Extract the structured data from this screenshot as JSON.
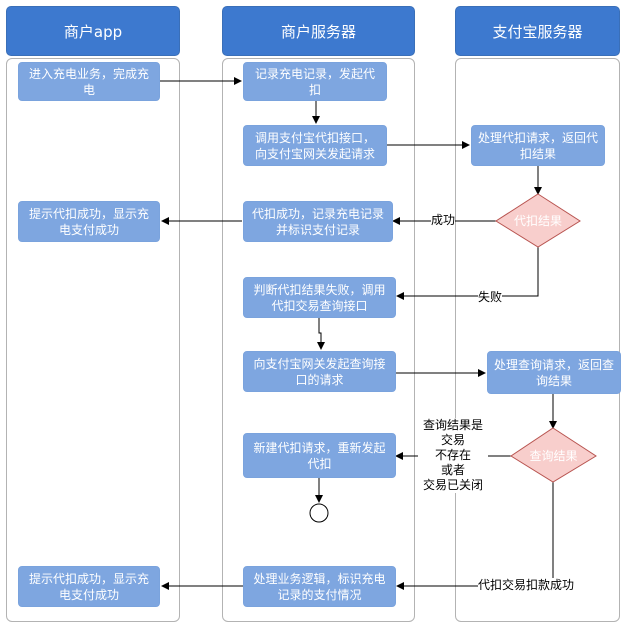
{
  "lanes": {
    "app": "商户app",
    "merchant": "商户服务器",
    "alipay": "支付宝服务器"
  },
  "app_boxes": {
    "recharge": "进入充电业务，完成充电",
    "success1": "提示代扣成功，显示充电支付成功",
    "success2": "提示代扣成功，显示充电支付成功"
  },
  "merchant_boxes": {
    "record": "记录充电记录，发起代扣",
    "call_api": "调用支付宝代扣接口，向支付宝网关发起请求",
    "deduct_success": "代扣成功，记录充电记录并标识支付记录",
    "judge_fail": "判断代扣结果失败，调用代扣交易查询接口",
    "query_req": "向支付宝网关发起查询接口的请求",
    "new_req": "新建代扣请求，重新发起代扣",
    "process": "处理业务逻辑，标识充电记录的支付情况"
  },
  "alipay_boxes": {
    "handle_deduct": "处理代扣请求，返回代扣结果",
    "deduct_result": "代扣结果",
    "handle_query": "处理查询请求，返回查询结果",
    "query_result": "查询结果"
  },
  "edge_labels": {
    "success": "成功",
    "fail": "失败",
    "not_exist": "查询结果是\n交易\n不存在\n或者\n交易已关闭",
    "deduct_ok": "代扣交易扣款成功"
  },
  "colors": {
    "header": "#3d79cf",
    "box": "#7ea6e0",
    "decision": "#f8cecc",
    "decision_border": "#b85450"
  }
}
